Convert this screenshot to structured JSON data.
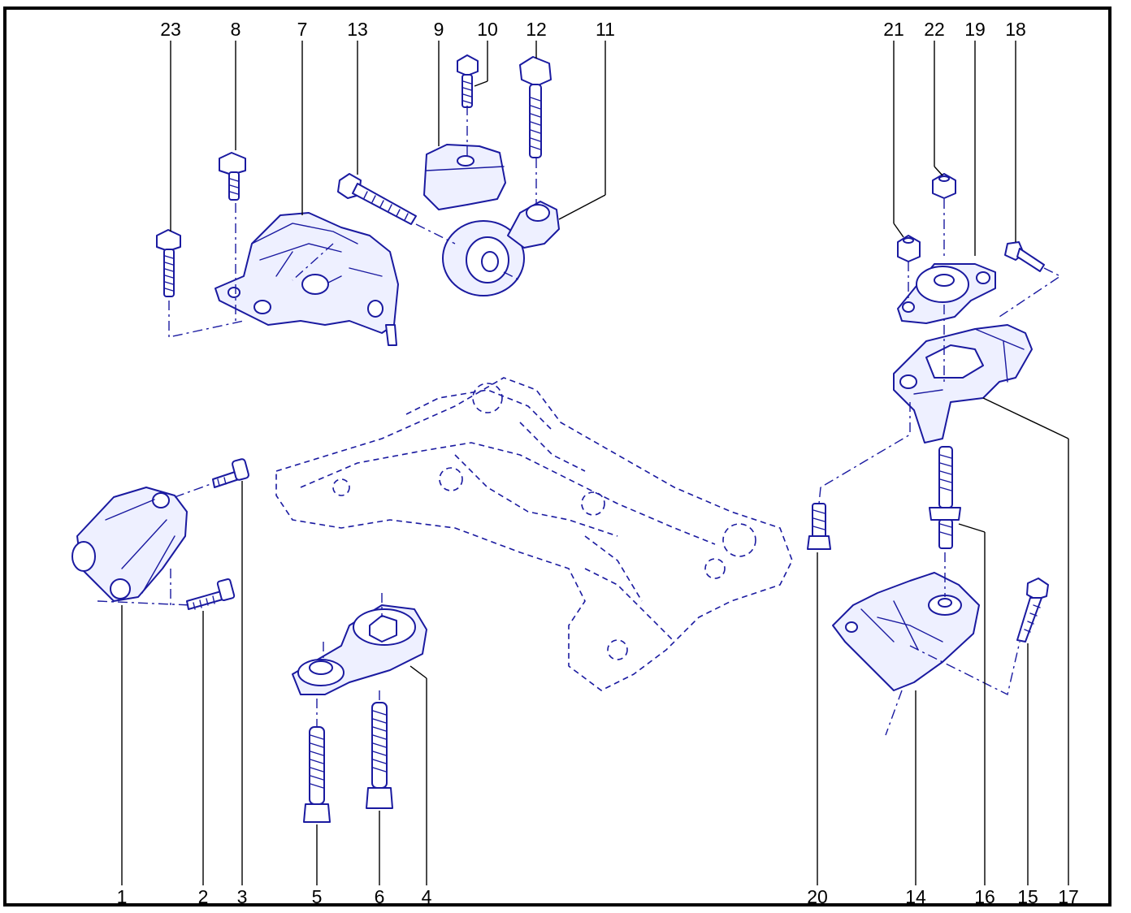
{
  "diagram": {
    "callouts": {
      "c1": "1",
      "c2": "2",
      "c3": "3",
      "c4": "4",
      "c5": "5",
      "c6": "6",
      "c7": "7",
      "c8": "8",
      "c9": "9",
      "c10": "10",
      "c11": "11",
      "c12": "12",
      "c13": "13",
      "c14": "14",
      "c15": "15",
      "c16": "16",
      "c17": "17",
      "c18": "18",
      "c19": "19",
      "c20": "20",
      "c21": "21",
      "c22": "22",
      "c23": "23"
    },
    "colors": {
      "line_art": "#1a1aa0",
      "leader_lines": "#000000",
      "background": "#ffffff"
    }
  }
}
